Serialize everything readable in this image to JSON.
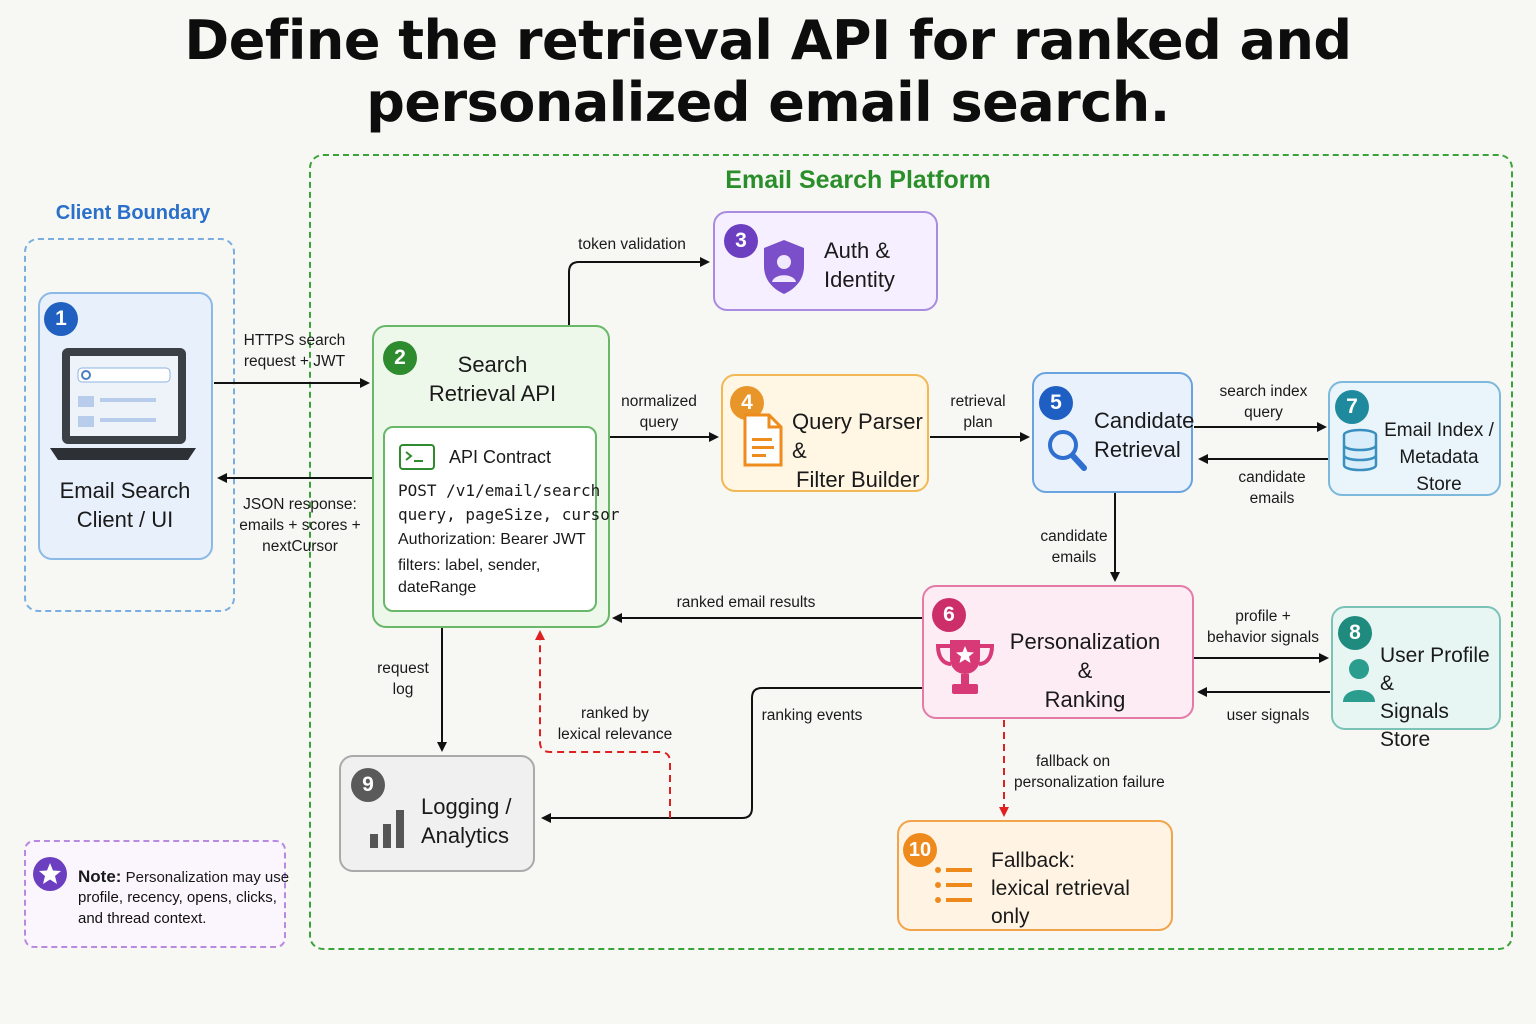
{
  "title_line1": "Define the retrieval API for ranked and",
  "title_line2": "personalized email search.",
  "regions": {
    "client": "Client Boundary",
    "platform": "Email Search Platform"
  },
  "nodes": {
    "n1": {
      "num": "1",
      "line1": "Email Search",
      "line2": "Client / UI"
    },
    "n2": {
      "num": "2",
      "line1": "Search",
      "line2": "Retrieval API"
    },
    "n3": {
      "num": "3",
      "line1": "Auth &",
      "line2": "Identity"
    },
    "n4": {
      "num": "4",
      "line1": "Query Parser &",
      "line2": "Filter Builder"
    },
    "n5": {
      "num": "5",
      "line1": "Candidate",
      "line2": "Retrieval"
    },
    "n6": {
      "num": "6",
      "line1": "Personalization &",
      "line2": "Ranking"
    },
    "n7": {
      "num": "7",
      "line1": "Email Index /",
      "line2": "Metadata Store"
    },
    "n8": {
      "num": "8",
      "line1": "User Profile &",
      "line2": "Signals Store"
    },
    "n9": {
      "num": "9",
      "line1": "Logging /",
      "line2": "Analytics"
    },
    "n10": {
      "num": "10",
      "line1": "Fallback:",
      "line2": "lexical retrieval only"
    }
  },
  "contract": {
    "title": "API Contract",
    "endpoint": "POST /v1/email/search",
    "params": "query, pageSize, cursor",
    "auth": "Authorization: Bearer JWT",
    "filters1": "filters: label, sender,",
    "filters2": "dateRange"
  },
  "edges": {
    "e_https_1": "HTTPS search",
    "e_https_2": "request + JWT",
    "e_json_1": "JSON response:",
    "e_json_2": "emails + scores +",
    "e_json_3": "nextCursor",
    "e_token": "token validation",
    "e_norm_1": "normalized",
    "e_norm_2": "query",
    "e_plan_1": "retrieval",
    "e_plan_2": "plan",
    "e_sidx_1": "search index",
    "e_sidx_2": "query",
    "e_cand7_1": "candidate",
    "e_cand7_2": "emails",
    "e_cand_1": "candidate",
    "e_cand_2": "emails",
    "e_ranked": "ranked email results",
    "e_profile_1": "profile +",
    "e_profile_2": "behavior signals",
    "e_usersig": "user signals",
    "e_reqlog_1": "request",
    "e_reqlog_2": "log",
    "e_lex_1": "ranked by",
    "e_lex_2": "lexical relevance",
    "e_events": "ranking events",
    "e_fallback_1": "fallback on",
    "e_fallback_2": "personalization failure"
  },
  "note": {
    "label": "Note:",
    "text1": "Personalization may use",
    "text2": "profile, recency, opens, clicks,",
    "text3": "and thread context."
  },
  "colors": {
    "client": "#4a90d9",
    "api": "#3e9a3e",
    "auth": "#7b4fc9",
    "parser": "#f0a030",
    "candidate": "#2f6fd0",
    "rank": "#d83a78",
    "index": "#3a8fbf",
    "profile": "#2a9d8f",
    "logging": "#666666",
    "fallback": "#f08a1c",
    "fallback_edge": "#e02020"
  }
}
